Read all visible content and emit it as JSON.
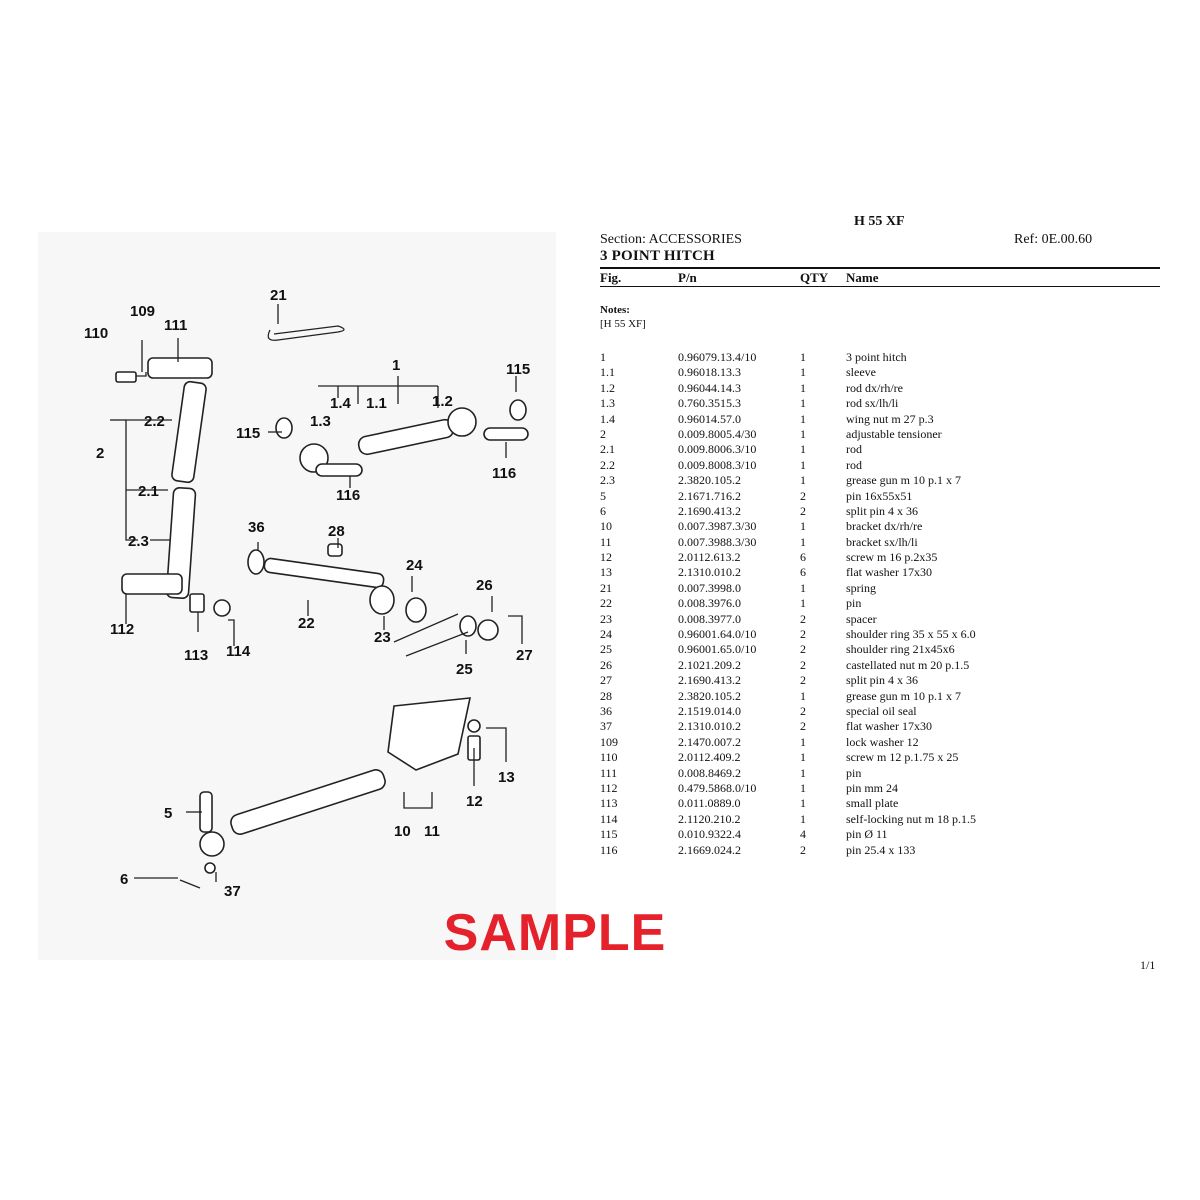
{
  "header": {
    "model": "H 55 XF",
    "section": "Section: ACCESSORIES",
    "ref": "Ref: 0E.00.60",
    "title": "3 POINT HITCH"
  },
  "columns": {
    "fig": "Fig.",
    "pn": "P/n",
    "qty": "QTY",
    "name": "Name"
  },
  "notes": {
    "label": "Notes:",
    "text": "[H 55 XF]"
  },
  "parts": [
    {
      "fig": "1",
      "pn": "0.96079.13.4/10",
      "qty": "1",
      "name": "3 point hitch"
    },
    {
      "fig": "1.1",
      "pn": "0.96018.13.3",
      "qty": "1",
      "name": "sleeve"
    },
    {
      "fig": "1.2",
      "pn": "0.96044.14.3",
      "qty": "1",
      "name": "rod dx/rh/re"
    },
    {
      "fig": "1.3",
      "pn": "0.760.3515.3",
      "qty": "1",
      "name": "rod sx/lh/li"
    },
    {
      "fig": "1.4",
      "pn": "0.96014.57.0",
      "qty": "1",
      "name": "wing nut m 27 p.3"
    },
    {
      "fig": "2",
      "pn": "0.009.8005.4/30",
      "qty": "1",
      "name": "adjustable tensioner"
    },
    {
      "fig": "2.1",
      "pn": "0.009.8006.3/10",
      "qty": "1",
      "name": "rod"
    },
    {
      "fig": "2.2",
      "pn": "0.009.8008.3/10",
      "qty": "1",
      "name": "rod"
    },
    {
      "fig": "2.3",
      "pn": "2.3820.105.2",
      "qty": "1",
      "name": "grease gun m 10 p.1 x 7"
    },
    {
      "fig": "5",
      "pn": "2.1671.716.2",
      "qty": "2",
      "name": "pin 16x55x51"
    },
    {
      "fig": "6",
      "pn": "2.1690.413.2",
      "qty": "2",
      "name": "split pin 4 x 36"
    },
    {
      "fig": "10",
      "pn": "0.007.3987.3/30",
      "qty": "1",
      "name": "bracket dx/rh/re"
    },
    {
      "fig": "11",
      "pn": "0.007.3988.3/30",
      "qty": "1",
      "name": "bracket sx/lh/li"
    },
    {
      "fig": "12",
      "pn": "2.0112.613.2",
      "qty": "6",
      "name": "screw m 16 p.2x35"
    },
    {
      "fig": "13",
      "pn": "2.1310.010.2",
      "qty": "6",
      "name": "flat washer 17x30"
    },
    {
      "fig": "21",
      "pn": "0.007.3998.0",
      "qty": "1",
      "name": "spring"
    },
    {
      "fig": "22",
      "pn": "0.008.3976.0",
      "qty": "1",
      "name": "pin"
    },
    {
      "fig": "23",
      "pn": "0.008.3977.0",
      "qty": "2",
      "name": "spacer"
    },
    {
      "fig": "24",
      "pn": "0.96001.64.0/10",
      "qty": "2",
      "name": "shoulder ring 35 x 55 x 6.0"
    },
    {
      "fig": "25",
      "pn": "0.96001.65.0/10",
      "qty": "2",
      "name": "shoulder ring 21x45x6"
    },
    {
      "fig": "26",
      "pn": "2.1021.209.2",
      "qty": "2",
      "name": "castellated nut m 20 p.1.5"
    },
    {
      "fig": "27",
      "pn": "2.1690.413.2",
      "qty": "2",
      "name": "split pin 4 x 36"
    },
    {
      "fig": "28",
      "pn": "2.3820.105.2",
      "qty": "1",
      "name": "grease gun m 10 p.1 x 7"
    },
    {
      "fig": "36",
      "pn": "2.1519.014.0",
      "qty": "2",
      "name": "special oil seal"
    },
    {
      "fig": "37",
      "pn": "2.1310.010.2",
      "qty": "2",
      "name": "flat washer 17x30"
    },
    {
      "fig": "109",
      "pn": "2.1470.007.2",
      "qty": "1",
      "name": "lock washer 12"
    },
    {
      "fig": "110",
      "pn": "2.0112.409.2",
      "qty": "1",
      "name": "screw m 12 p.1.75 x 25"
    },
    {
      "fig": "111",
      "pn": "0.008.8469.2",
      "qty": "1",
      "name": "pin"
    },
    {
      "fig": "112",
      "pn": "0.479.5868.0/10",
      "qty": "1",
      "name": "pin mm 24"
    },
    {
      "fig": "113",
      "pn": "0.011.0889.0",
      "qty": "1",
      "name": "small plate"
    },
    {
      "fig": "114",
      "pn": "2.1120.210.2",
      "qty": "1",
      "name": "self-locking nut m 18 p.1.5"
    },
    {
      "fig": "115",
      "pn": "0.010.9322.4",
      "qty": "4",
      "name": "pin Ø 11"
    },
    {
      "fig": "116",
      "pn": "2.1669.024.2",
      "qty": "2",
      "name": "pin 25.4 x 133"
    }
  ],
  "diagram": {
    "callouts": [
      "21",
      "109",
      "111",
      "110",
      "1",
      "115",
      "1.4",
      "1.1",
      "1.2",
      "1.3",
      "115",
      "116",
      "116",
      "2.2",
      "2",
      "2.1",
      "2.3",
      "36",
      "28",
      "24",
      "26",
      "112",
      "113",
      "114",
      "22",
      "23",
      "25",
      "27",
      "5",
      "12",
      "13",
      "10",
      "11",
      "6",
      "37"
    ]
  },
  "pager": "1/1",
  "watermark": "SAMPLE"
}
